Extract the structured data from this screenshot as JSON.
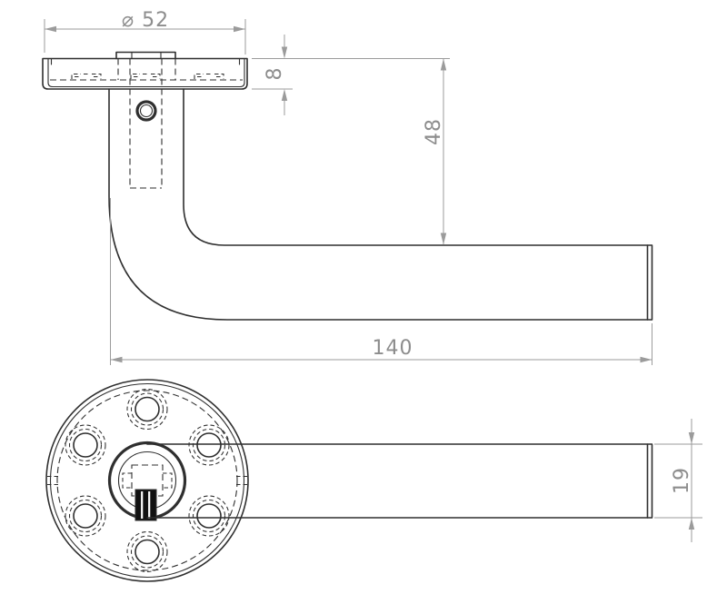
{
  "dims": {
    "rose_diameter": "⌀ 52",
    "rose_thickness": "8",
    "handle_projection": "48",
    "handle_length": "140",
    "bar_diameter": "19"
  },
  "colors": {
    "part-line": "#2f2f2f",
    "dim-line": "#9b9b9b",
    "dim-text": "#8d8d8d",
    "screw-fill": "#111111",
    "background": "#ffffff"
  }
}
